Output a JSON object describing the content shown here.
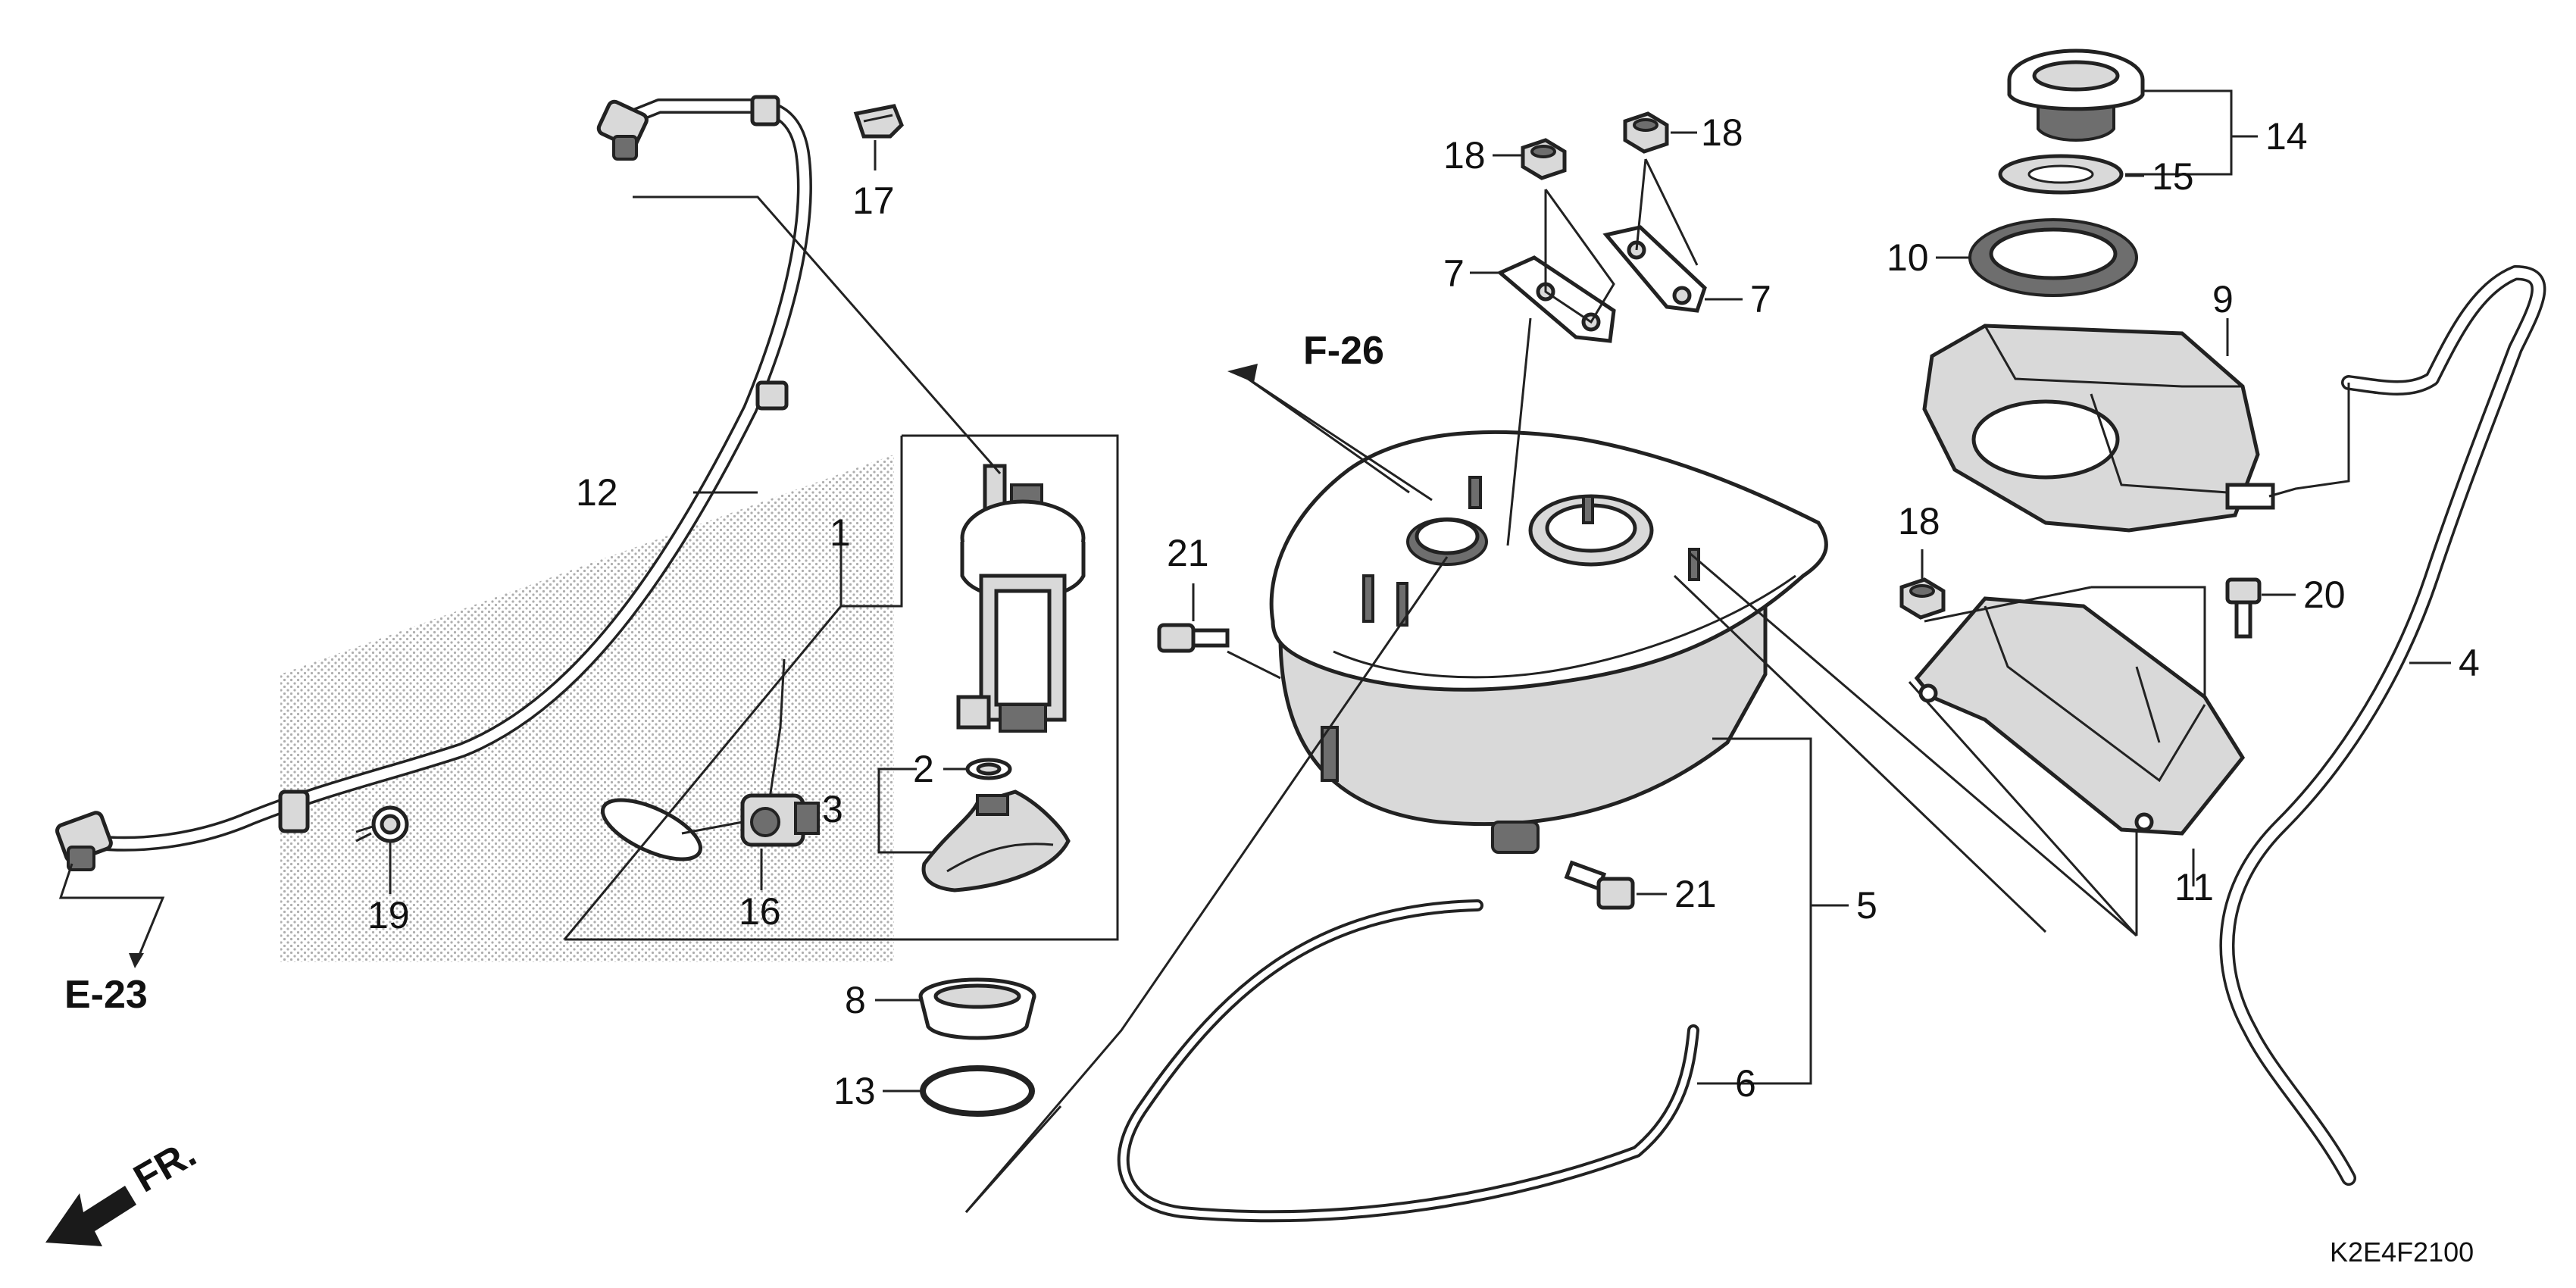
{
  "diagram": {
    "refs": {
      "f26": "F-26",
      "e23": "E-23",
      "fr": "FR."
    },
    "part_code": "K2E4F2100",
    "labels": {
      "p1": "1",
      "p2": "2",
      "p3": "3",
      "p4": "4",
      "p5": "5",
      "p6": "6",
      "p7a": "7",
      "p7b": "7",
      "p8": "8",
      "p9": "9",
      "p10": "10",
      "p11": "11",
      "p12": "12",
      "p13": "13",
      "p14": "14",
      "p15": "15",
      "p16": "16",
      "p17": "17",
      "p18a": "18",
      "p18b": "18",
      "p18c": "18",
      "p19": "19",
      "p20": "20",
      "p21a": "21",
      "p21b": "21"
    }
  }
}
